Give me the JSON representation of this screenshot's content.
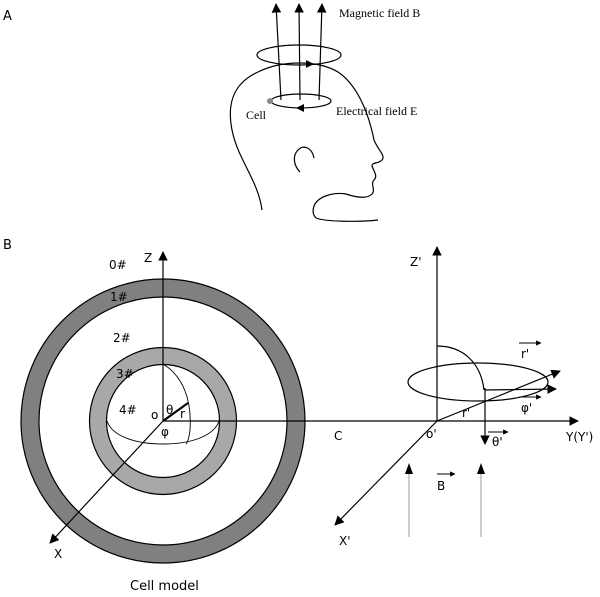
{
  "panel_a": {
    "letter": "A",
    "magnetic_field_label": "Magnetic field B",
    "electrical_field_label": "Electrical field E",
    "cell_label": "Cell"
  },
  "panel_b": {
    "letter": "B",
    "cell_model_caption": "Cell model",
    "region_labels": [
      "0#",
      "1#",
      "2#",
      "3#",
      "4#"
    ],
    "axis_z": "Z",
    "axis_x": "X",
    "origin": "o",
    "theta": "θ",
    "phi": "φ",
    "r": "r",
    "distance": "C",
    "axis_z_prime": "Z'",
    "axis_x_prime": "X'",
    "axis_y": "Y(Y')",
    "origin_prime": "o'",
    "r_prime": "r'",
    "r_prime_unit": "r'",
    "phi_prime_unit": "φ'",
    "theta_prime_unit": "θ'",
    "b_vector": "B"
  },
  "colors": {
    "outer_ring": "#808080",
    "inner_ring": "#a8a8a8",
    "ink": "#000000",
    "field_lines": "#9a9a9a",
    "cell_dot": "#8a8a8a"
  }
}
